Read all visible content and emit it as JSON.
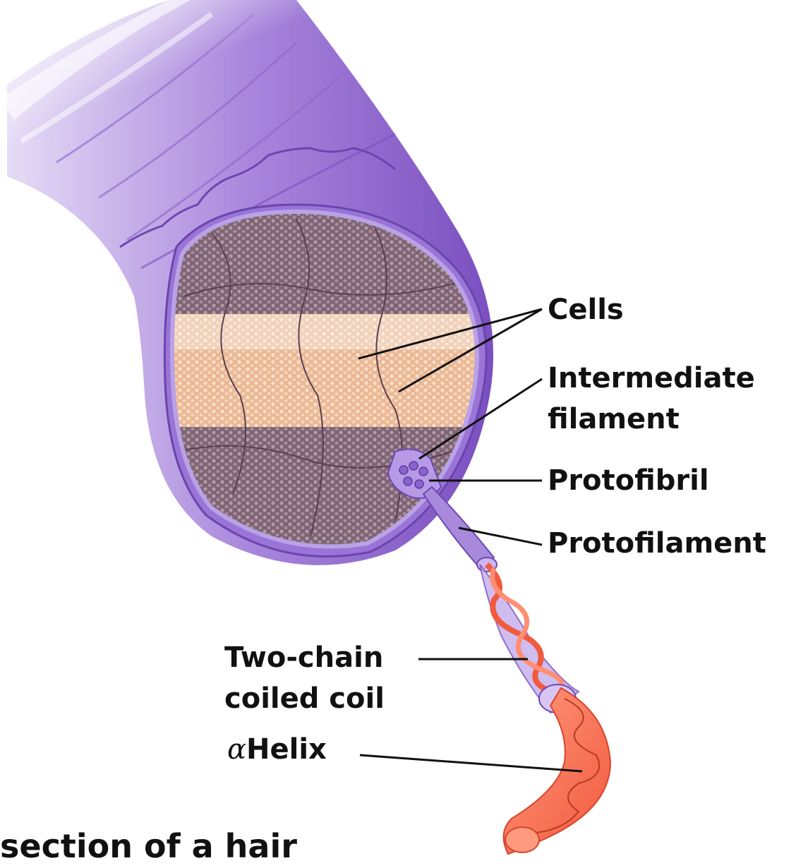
{
  "labels": {
    "cells": "Cells",
    "intermediate_filament_line1": "Intermediate",
    "intermediate_filament_line2": "filament",
    "protofibril": "Protofibril",
    "protofilament": "Protofilament",
    "two_chain_line1": "Two-chain",
    "two_chain_line2": "coiled coil",
    "alpha_symbol": "α",
    "helix": "Helix"
  },
  "caption": "section of a hair",
  "colors": {
    "hair_outer": "#8a5cc7",
    "hair_light": "#c9b3ea",
    "cross_section": "#8e7686",
    "cross_section_band": "#f2c9a8",
    "helix": "#f46a4e",
    "leader_line": "#111111"
  }
}
